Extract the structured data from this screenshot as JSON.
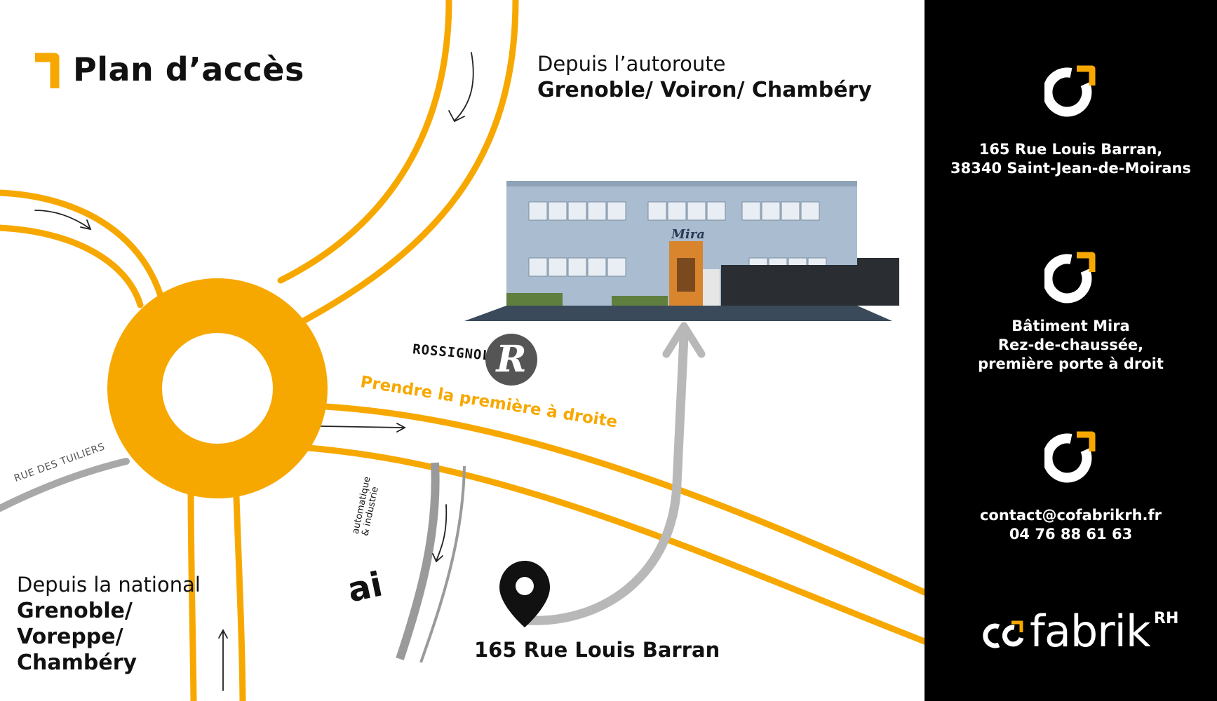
{
  "title": "Plan d’accès",
  "from_highway": {
    "line1": "Depuis l’autoroute",
    "line2": "Grenoble/ Voiron/ Chambéry"
  },
  "from_national": {
    "line1": "Depuis la national",
    "line2": "Grenoble/\nVoreppe/\nChambéry"
  },
  "street_label": "RUE DES TUILIERS",
  "direction_label": "Prendre la première à droite",
  "landmarks": {
    "rossignol": "ROSSIGNOL",
    "rossignol_mark": "R",
    "ai_letters": "ai",
    "ai_text": "automatique\n& industrie"
  },
  "building_sign": "Mira",
  "address_label": "165 Rue Louis Barran",
  "panel": {
    "address": "165 Rue Louis Barran,\n38340 Saint-Jean-de-Moirans",
    "building": "Bâtiment Mira\nRez-de-chaussée,\npremière porte à droit",
    "contact": "contact@cofabrikrh.fr\n04 76 88 61 63"
  },
  "brand": {
    "name": "fabrik",
    "suffix": "RH"
  },
  "colors": {
    "accent": "#F7A800",
    "panel_bg": "#000000",
    "grey_road": "#A8A8A8",
    "arrow_grey": "#B8B8B8"
  },
  "icons": [
    "corner-bracket-icon",
    "location-pin-icon",
    "cofabrik-c-icon"
  ]
}
